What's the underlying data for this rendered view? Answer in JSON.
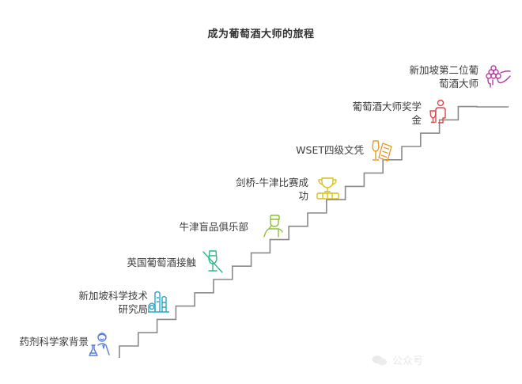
{
  "title": "成为葡萄酒大师的旅程",
  "milestones": [
    {
      "label": "药剂科学家背景",
      "icon": "scientist-flask-icon",
      "color": "#5b7fd6"
    },
    {
      "label": "新加坡科学技术研究局",
      "label_line1": "新加坡科学技术",
      "label_line2": "研究局",
      "icon": "laboratory-buildings-icon",
      "color": "#2ca7c9"
    },
    {
      "label": "英国葡萄酒接触",
      "icon": "no-wine-glass-icon",
      "color": "#2fb88a"
    },
    {
      "label": "牛津盲品俱乐部",
      "icon": "chef-taster-icon",
      "color": "#8fbf3a"
    },
    {
      "label": "剑桥-牛津比赛成功",
      "label_line1": "剑桥-牛津比赛成",
      "label_line2": "功",
      "icon": "trophy-icon",
      "color": "#d8c11e"
    },
    {
      "label": "WSET四级文凭",
      "icon": "wine-certificate-icon",
      "color": "#e69a2e"
    },
    {
      "label": "葡萄酒大师奖学金",
      "label_line1": "葡萄酒大师奖学",
      "label_line2": "金",
      "icon": "person-wine-glass-icon",
      "color": "#d94a4a"
    },
    {
      "label": "新加坡第二位葡萄酒大师",
      "label_line1": "新加坡第二位葡",
      "label_line2": "萄酒大师",
      "icon": "grape-cluster-icon",
      "color": "#b93aa6"
    }
  ],
  "stairs": {
    "color": "#8a8a8a"
  },
  "watermark": {
    "text": "公众号"
  }
}
